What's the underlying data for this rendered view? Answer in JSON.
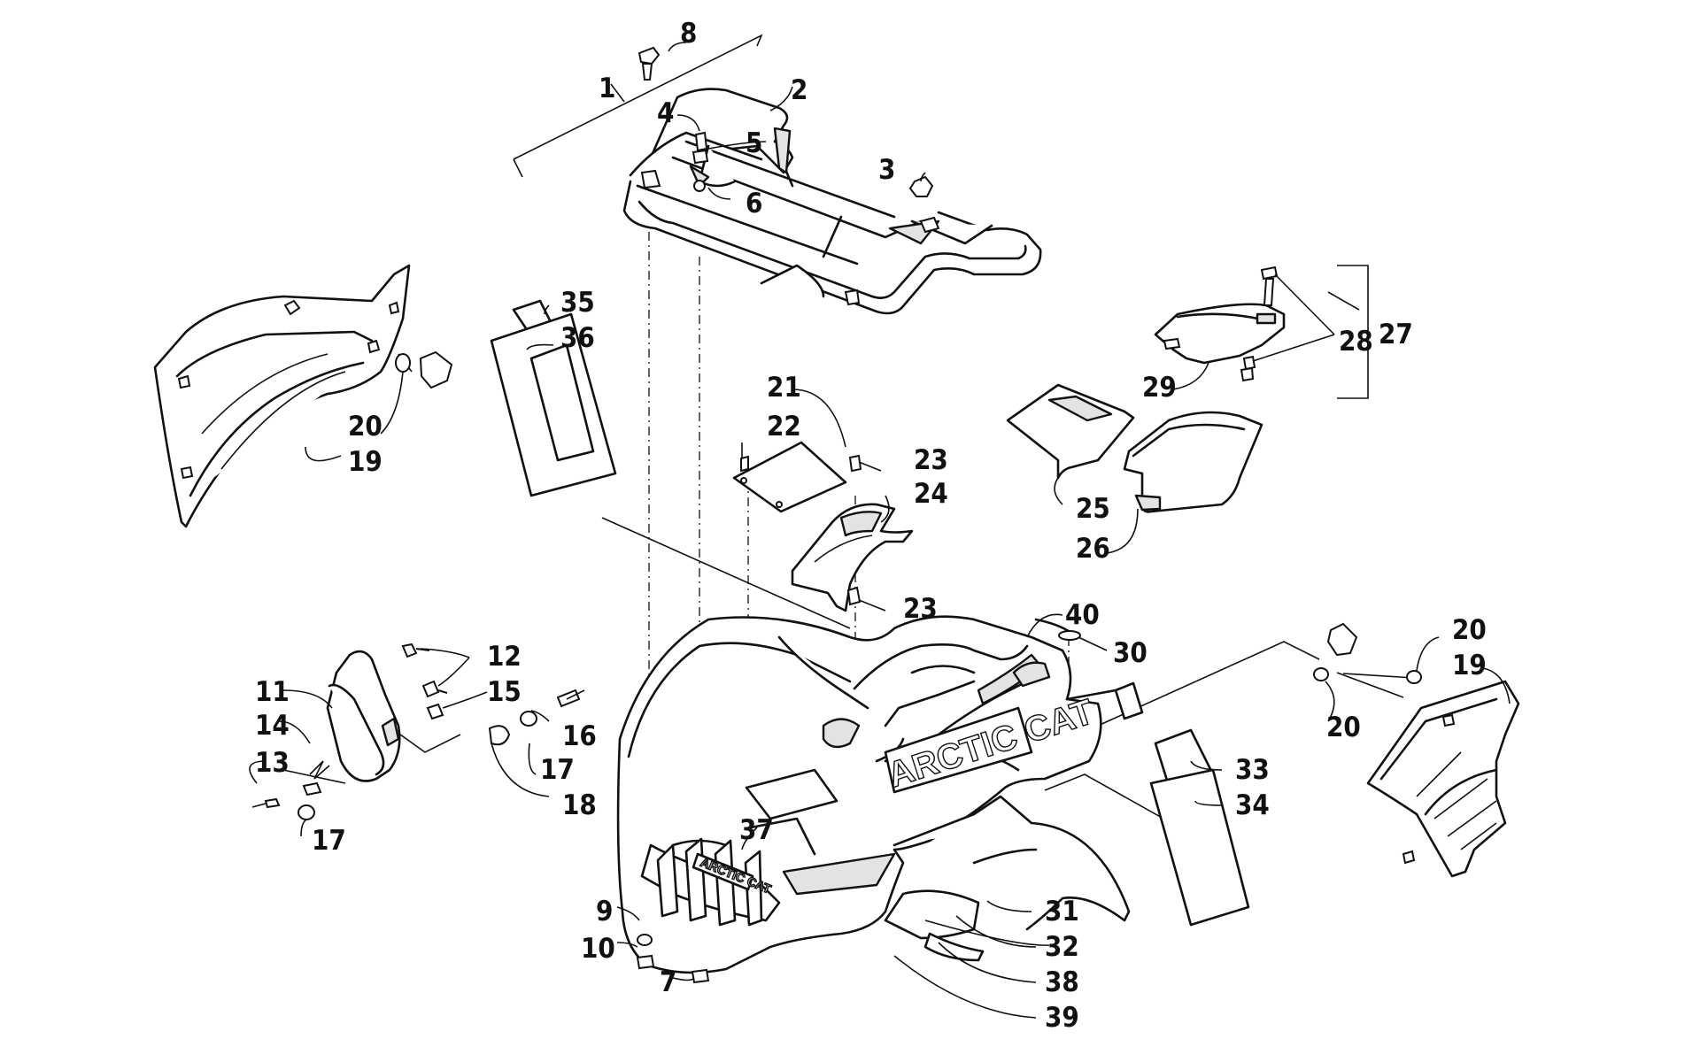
{
  "callouts": [
    "1",
    "2",
    "3",
    "4",
    "5",
    "6",
    "7",
    "8",
    "9",
    "10",
    "11",
    "12",
    "13",
    "14",
    "15",
    "16",
    "17",
    "17",
    "18",
    "19",
    "19",
    "20",
    "20",
    "20",
    "21",
    "22",
    "23",
    "23",
    "24",
    "25",
    "26",
    "27",
    "28",
    "29",
    "30",
    "31",
    "32",
    "33",
    "34",
    "35",
    "36",
    "37",
    "38",
    "39",
    "40"
  ],
  "decals": {
    "hood_logo": "ARCTIC CAT",
    "grille_logo": "ARCTIC CAT"
  },
  "colors": {
    "line": "#111111",
    "background": "#ffffff",
    "shade": "#e3e3e3"
  }
}
